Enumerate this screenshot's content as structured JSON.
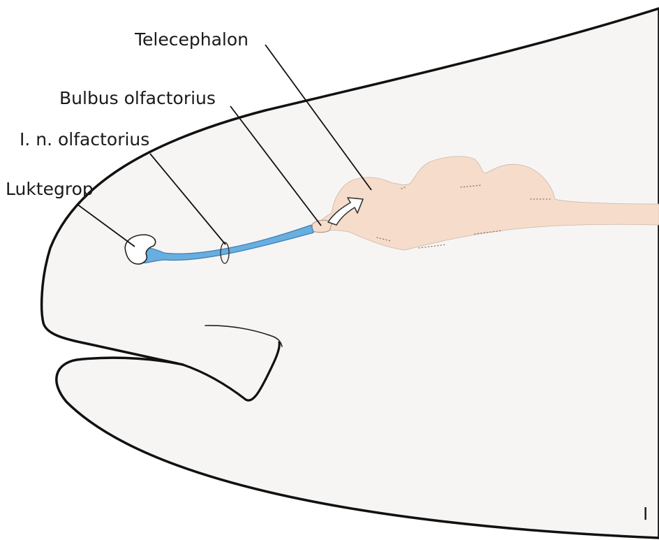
{
  "labels": {
    "telencephalon": "Telecephalon",
    "bulbus": "Bulbus olfactorius",
    "nerve": "I. n. olfactorius",
    "luktegrop": "Luktegrop",
    "corner_mark": "I"
  },
  "colors": {
    "background": "#ffffff",
    "head_fill": "#f6f5f4",
    "outline": "#111111",
    "brain_fill": "#f5dccb",
    "nerve_fill": "#68aee0",
    "pit_fill": "#ffffff"
  }
}
